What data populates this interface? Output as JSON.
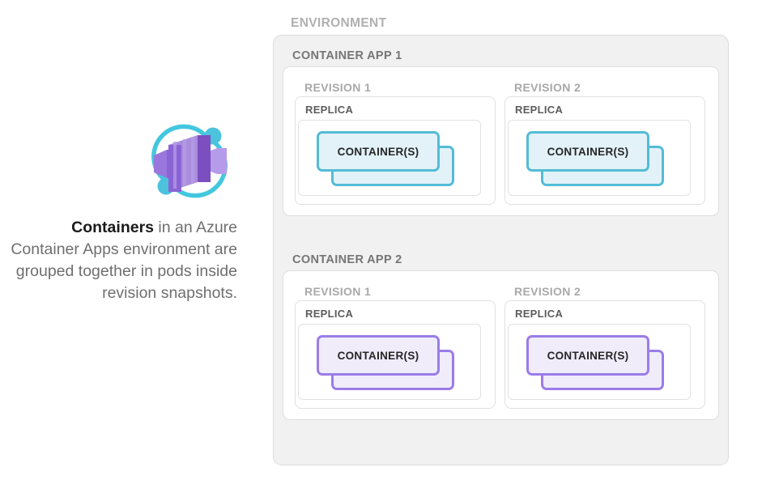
{
  "caption": {
    "lead": "Containers",
    "rest": " in an Azure Container Apps environment are grouped together in pods inside revision snapshots.",
    "full": "Containers in an Azure Container Apps environment are grouped together in pods inside revision snapshots."
  },
  "logo": {
    "name": "azure-container-apps-logo",
    "arc_color": "#43c7df",
    "dot_color": "#4cc2dd",
    "box_dark": "#7b4fc0",
    "box_mid": "#9a77dd",
    "box_light": "#b69bea"
  },
  "diagram": {
    "environment": {
      "label": "ENVIRONMENT",
      "label_color": "#b0b0b0",
      "fill": "#f1f1f1",
      "border": "#dcdcdc"
    },
    "container_apps": [
      {
        "label": "CONTAINER APP 1",
        "accent": "#53bcd6",
        "revisions": [
          {
            "label": "REVISION 1",
            "replica": {
              "label": "REPLICA",
              "container": {
                "label": "CONTAINER(S)",
                "count": 2
              }
            }
          },
          {
            "label": "REVISION 2",
            "replica": {
              "label": "REPLICA",
              "container": {
                "label": "CONTAINER(S)",
                "count": 2
              }
            }
          }
        ]
      },
      {
        "label": "CONTAINER APP 2",
        "accent": "#9b7ce8",
        "revisions": [
          {
            "label": "REVISION 1",
            "replica": {
              "label": "REPLICA",
              "container": {
                "label": "CONTAINER(S)",
                "count": 2
              }
            }
          },
          {
            "label": "REVISION 2",
            "replica": {
              "label": "REPLICA",
              "container": {
                "label": "CONTAINER(S)",
                "count": 2
              }
            }
          }
        ]
      }
    ]
  }
}
